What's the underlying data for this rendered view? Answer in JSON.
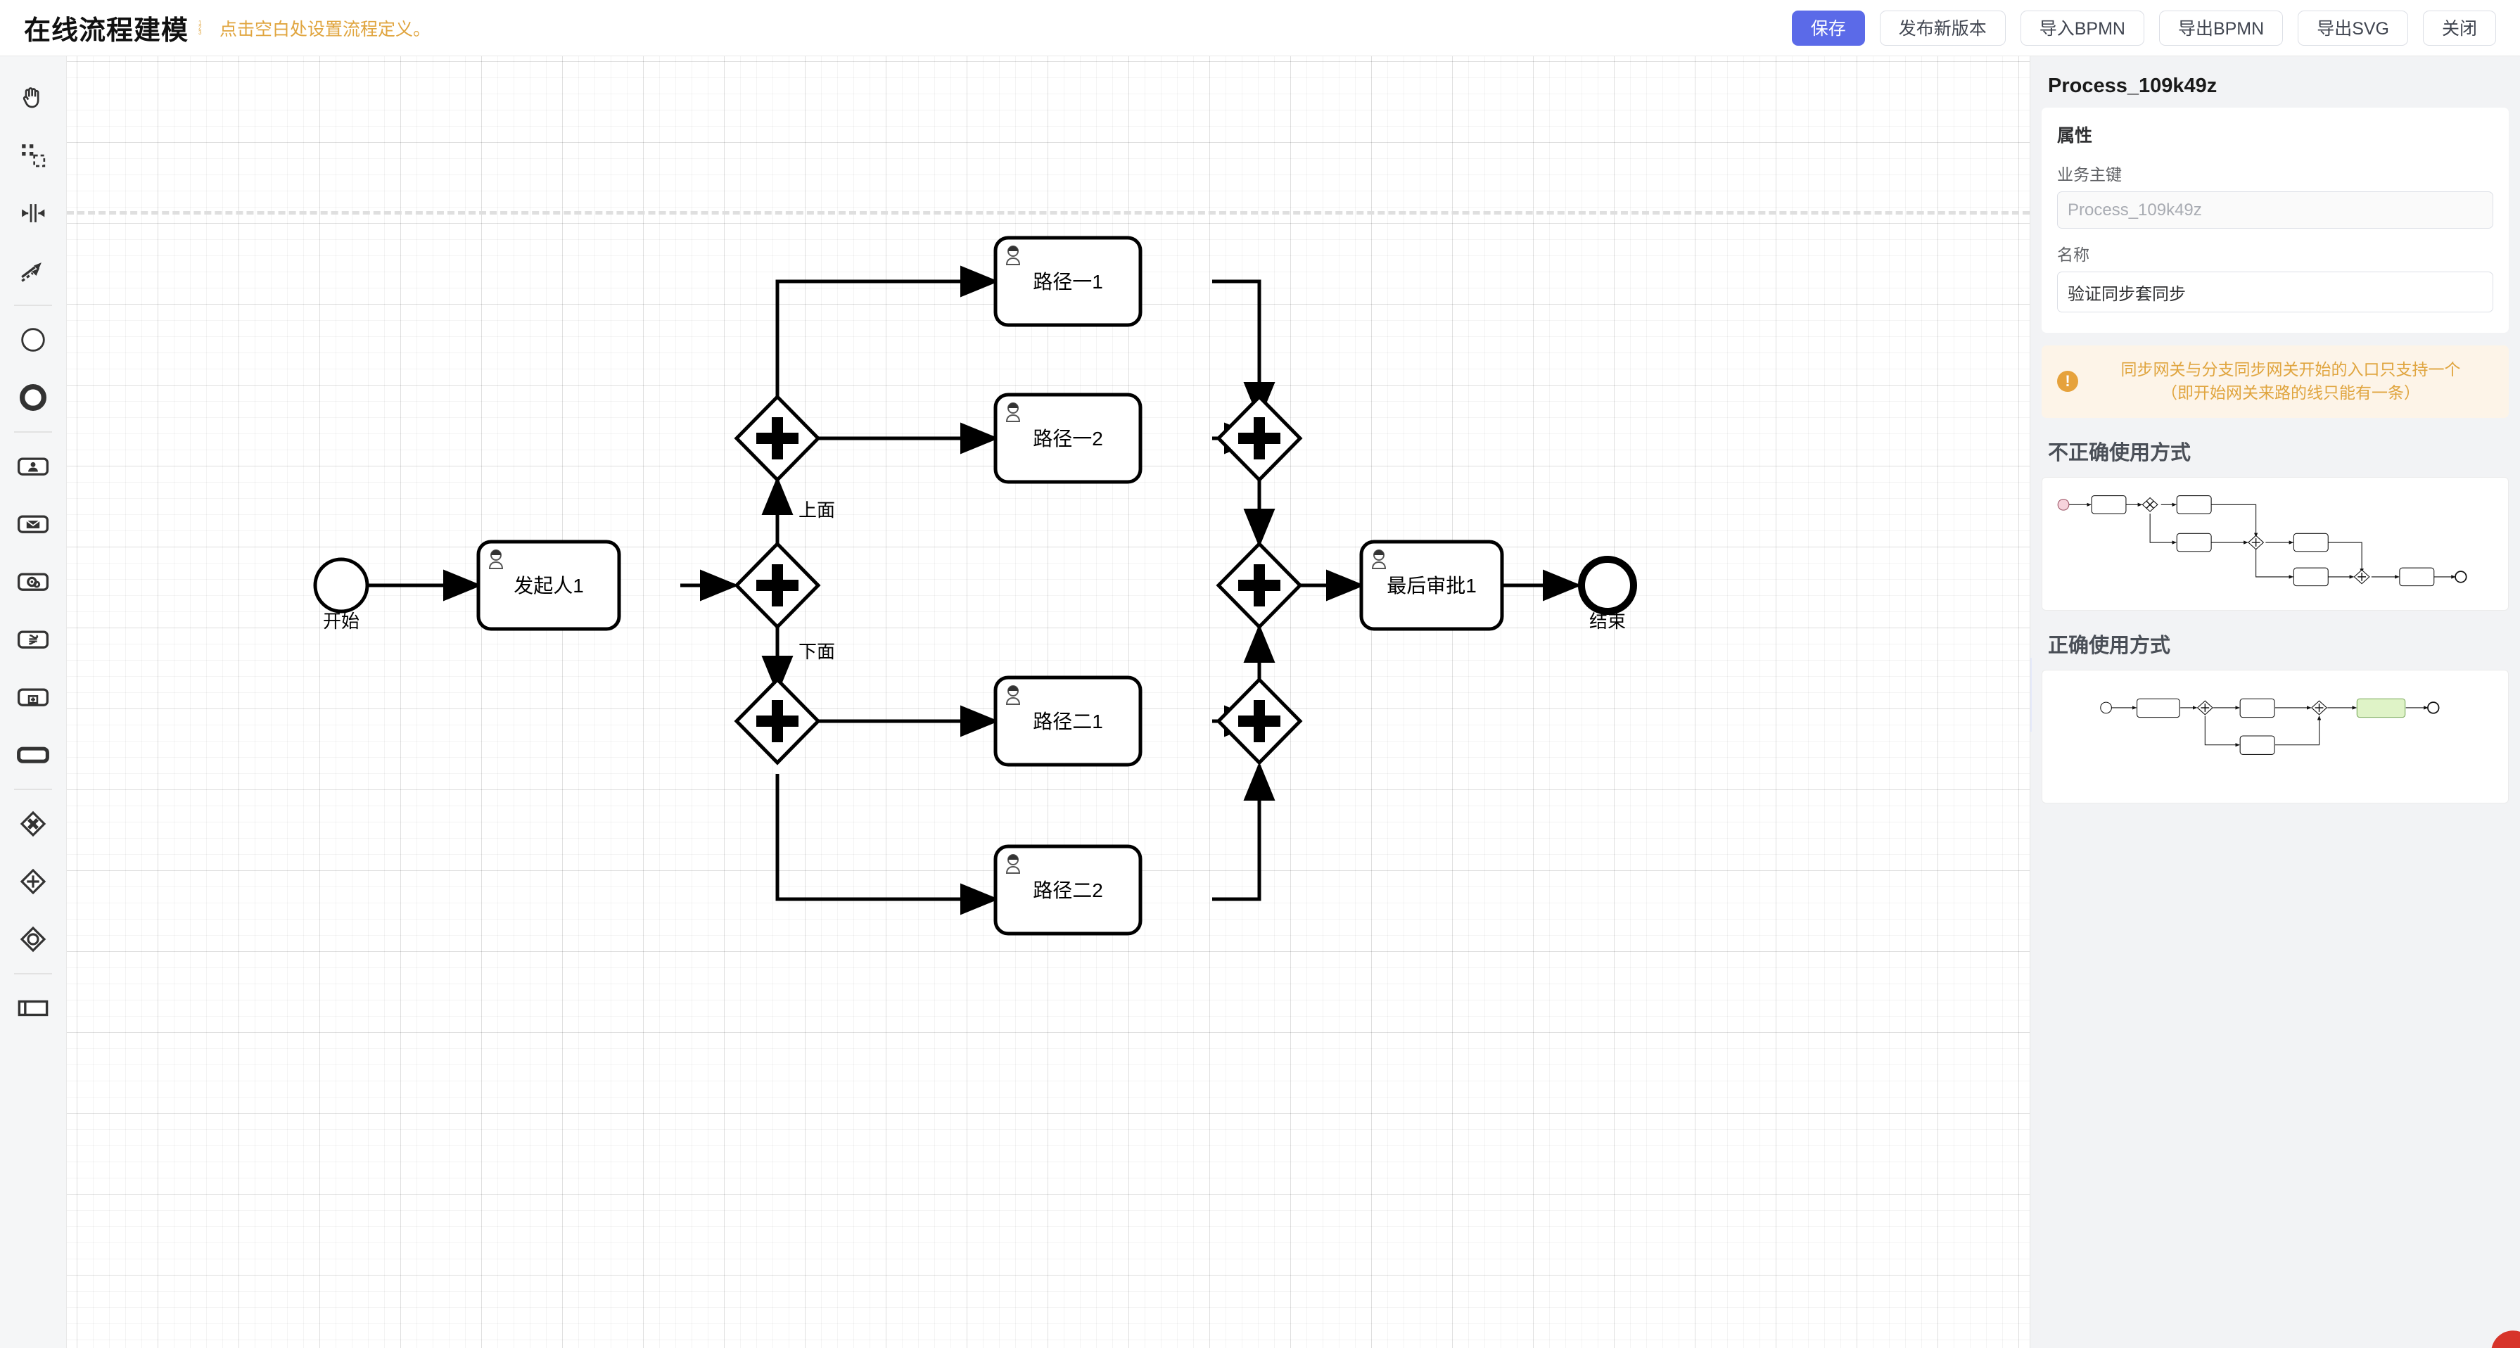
{
  "header": {
    "title": "在线流程建模",
    "hint": "点击空白处设置流程定义。",
    "hint_icon": "ordered-list-icon",
    "buttons": [
      {
        "label": "保存",
        "name": "save-button",
        "primary": true
      },
      {
        "label": "发布新版本",
        "name": "publish-version-button",
        "primary": false
      },
      {
        "label": "导入BPMN",
        "name": "import-bpmn-button",
        "primary": false
      },
      {
        "label": "导出BPMN",
        "name": "export-bpmn-button",
        "primary": false
      },
      {
        "label": "导出SVG",
        "name": "export-svg-button",
        "primary": false
      },
      {
        "label": "关闭",
        "name": "close-button",
        "primary": false
      }
    ],
    "primary_color": "#5b6ae8",
    "hint_color": "#e0a53f"
  },
  "palette": {
    "tools": [
      {
        "name": "hand-tool-icon",
        "title": "激活抓手工具"
      },
      {
        "name": "lasso-tool-icon",
        "title": "激活套索工具"
      },
      {
        "name": "space-tool-icon",
        "title": "激活空间工具"
      },
      {
        "name": "global-connect-tool-icon",
        "title": "激活全局连接工具"
      },
      {
        "name": "start-event-icon",
        "title": "创建开始事件"
      },
      {
        "name": "end-event-icon",
        "title": "创建结束事件"
      },
      {
        "name": "user-task-icon",
        "title": "创建用户任务"
      },
      {
        "name": "send-task-icon",
        "title": "创建发送任务"
      },
      {
        "name": "service-task-icon",
        "title": "创建服务任务"
      },
      {
        "name": "script-task-icon",
        "title": "创建脚本任务"
      },
      {
        "name": "sub-process-icon",
        "title": "创建子流程"
      },
      {
        "name": "task-icon",
        "title": "创建任务"
      },
      {
        "name": "exclusive-gateway-icon",
        "title": "创建排他网关"
      },
      {
        "name": "parallel-gateway-icon",
        "title": "创建并行网关"
      },
      {
        "name": "inclusive-gateway-icon",
        "title": "创建包容网关"
      },
      {
        "name": "pool-icon",
        "title": "创建池/参与者"
      }
    ]
  },
  "canvas": {
    "nodes": {
      "start": "开始",
      "initiator": "发起人1",
      "path_a1": "路径一1",
      "path_a2": "路径一2",
      "path_b1": "路径二1",
      "path_b2": "路径二2",
      "final_approval": "最后审批1",
      "end": "结束"
    },
    "edge_labels": {
      "upper": "上面",
      "lower": "下面"
    }
  },
  "panel": {
    "title": "Process_109k49z",
    "properties": {
      "heading": "属性",
      "business_key_label": "业务主键",
      "business_key_value": "Process_109k49z",
      "name_label": "名称",
      "name_value": "验证同步套同步"
    },
    "warning": {
      "icon": "warning-exclamation-icon",
      "line1": "同步网关与分支同步网关开始的入口只支持一个",
      "line2": "（即开始网关来路的线只能有一条）"
    },
    "incorrect_section": "不正确使用方式",
    "correct_section": "正确使用方式",
    "collapse_handle_icon": "chevron-right-icon",
    "warning_bg": "#fdf4e8",
    "warning_color": "#e0a53f"
  }
}
